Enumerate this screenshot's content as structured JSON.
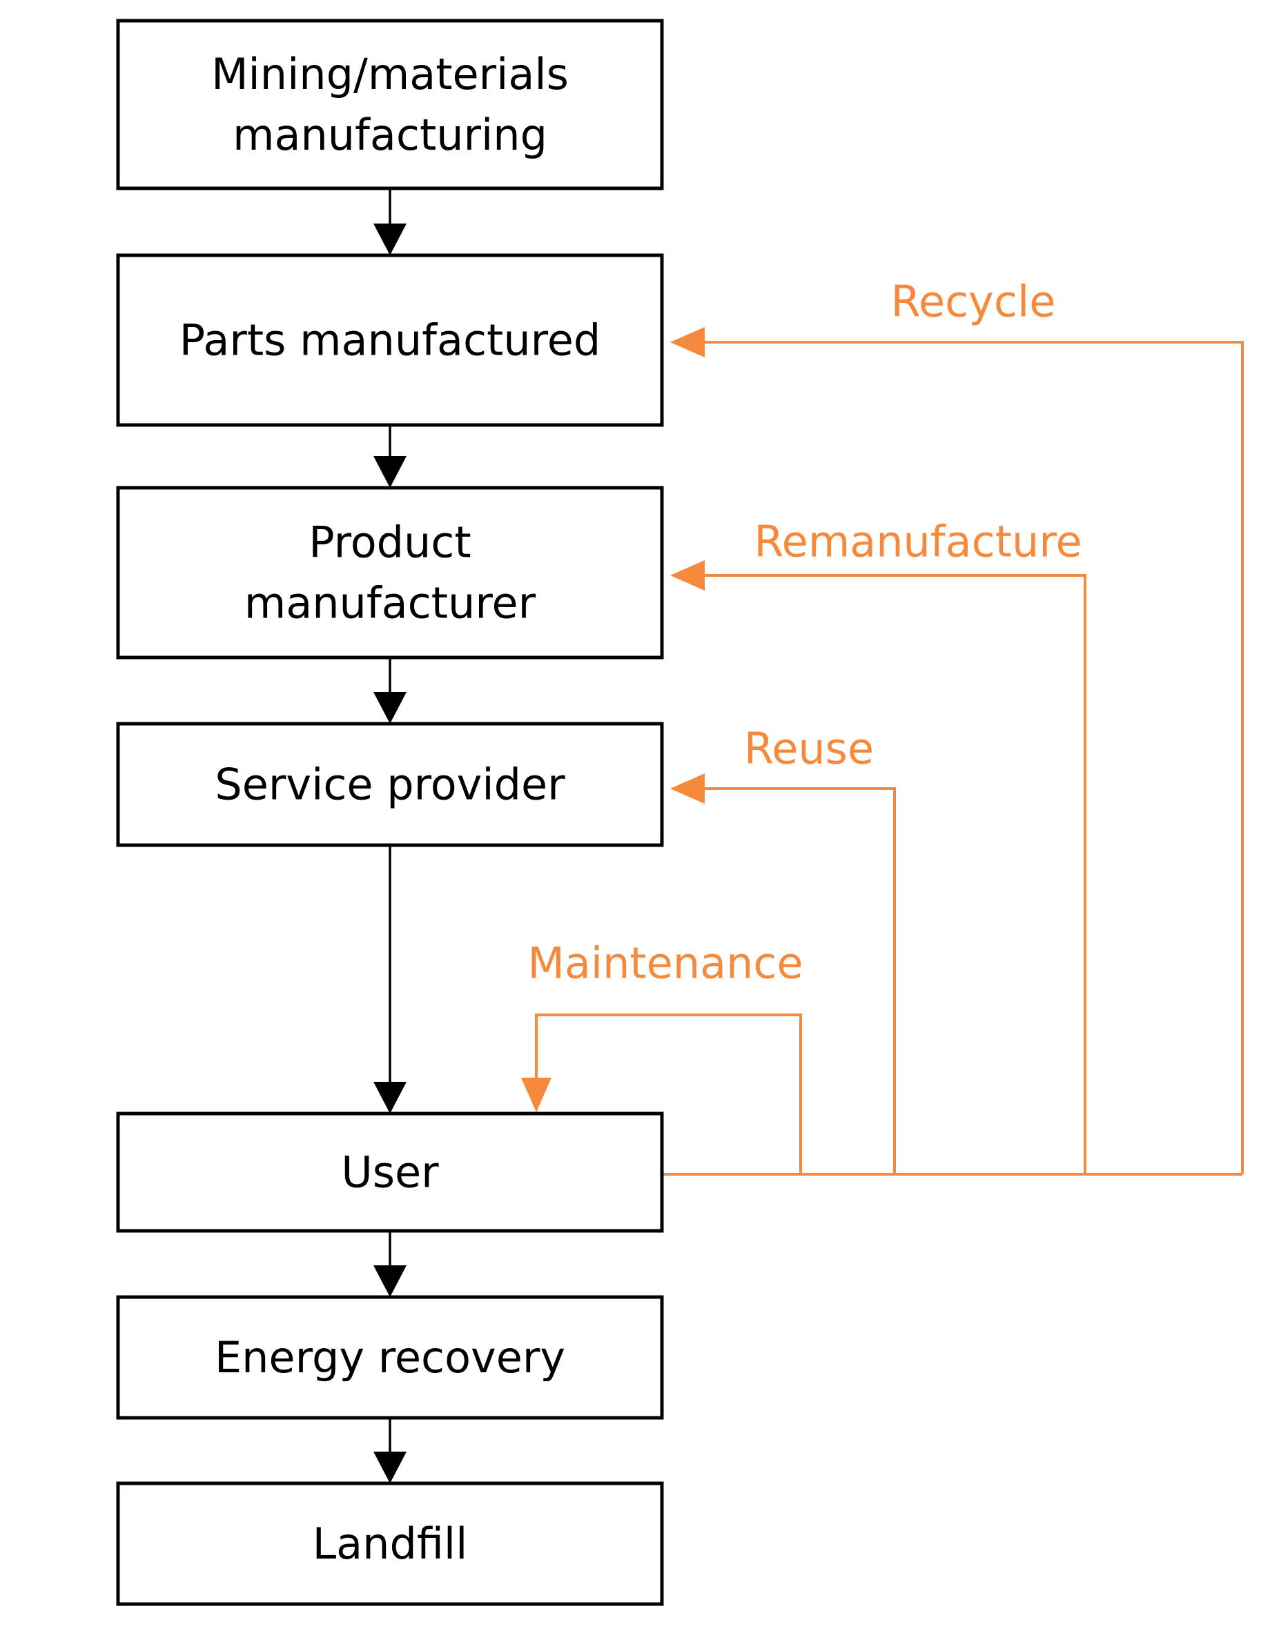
{
  "colors": {
    "node_border": "#000000",
    "flow_arrow": "#000000",
    "loop": "#f58a3c"
  },
  "nodes": [
    {
      "id": "mining",
      "lines": [
        "Mining/materials",
        "manufacturing"
      ]
    },
    {
      "id": "parts",
      "lines": [
        "Parts manufactured"
      ]
    },
    {
      "id": "product",
      "lines": [
        "Product",
        "manufacturer"
      ]
    },
    {
      "id": "service",
      "lines": [
        "Service provider"
      ]
    },
    {
      "id": "user",
      "lines": [
        "User"
      ]
    },
    {
      "id": "energy",
      "lines": [
        "Energy recovery"
      ]
    },
    {
      "id": "landfill",
      "lines": [
        "Landfill"
      ]
    }
  ],
  "flow": [
    {
      "from": "mining",
      "to": "parts"
    },
    {
      "from": "parts",
      "to": "product"
    },
    {
      "from": "product",
      "to": "service"
    },
    {
      "from": "service",
      "to": "user"
    },
    {
      "from": "user",
      "to": "energy"
    },
    {
      "from": "energy",
      "to": "landfill"
    }
  ],
  "loops": [
    {
      "id": "recycle",
      "label": "Recycle",
      "from": "user",
      "to": "parts"
    },
    {
      "id": "remanufacture",
      "label": "Remanufacture",
      "from": "user",
      "to": "product"
    },
    {
      "id": "reuse",
      "label": "Reuse",
      "from": "user",
      "to": "service"
    },
    {
      "id": "maintenance",
      "label": "Maintenance",
      "from": "user",
      "to": "user"
    }
  ]
}
